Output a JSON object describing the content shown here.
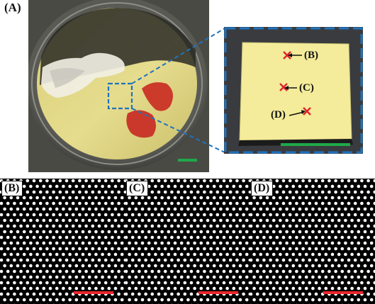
{
  "figure": {
    "panel_a_label": "(A)",
    "inset_marks": [
      {
        "id": "b",
        "label": "(B)"
      },
      {
        "id": "c",
        "label": "(C)"
      },
      {
        "id": "d",
        "label": "(D)"
      }
    ],
    "sem_panels": [
      {
        "id": "b",
        "label": "(B)"
      },
      {
        "id": "c",
        "label": "(C)"
      },
      {
        "id": "d",
        "label": "(D)"
      }
    ]
  },
  "colors": {
    "zoom_box": "#1e73be",
    "scale_bar_green": "#1fa84a",
    "scale_bar_red": "#e8262b",
    "marker_red": "#e0262b",
    "sample_yellow": "#f4ec9a",
    "sem_background": "#000000",
    "sem_particles": "#ffffff"
  }
}
